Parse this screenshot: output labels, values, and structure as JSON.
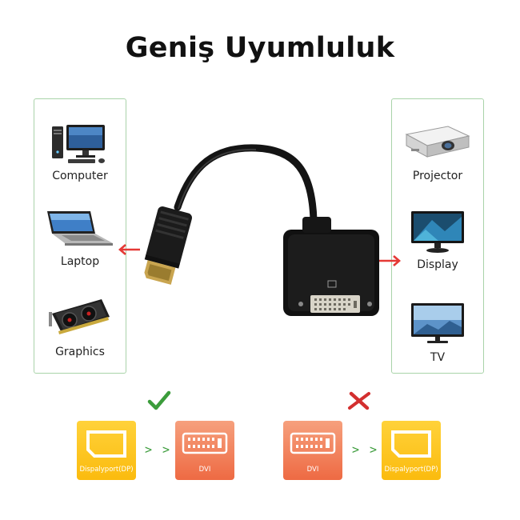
{
  "title": "Geniş Uyumluluk",
  "source_devices": [
    {
      "label": "Computer",
      "icon": "computer-icon"
    },
    {
      "label": "Laptop",
      "icon": "laptop-icon"
    },
    {
      "label": "Graphics",
      "icon": "graphics-card-icon"
    }
  ],
  "target_devices": [
    {
      "label": "Projector",
      "icon": "projector-icon"
    },
    {
      "label": "Display",
      "icon": "monitor-icon"
    },
    {
      "label": "TV",
      "icon": "tv-icon"
    }
  ],
  "connection_diagram": [
    {
      "from": "Dispalyport(DP)",
      "to": "DVI",
      "arrow": "> >",
      "status": "supported",
      "status_icon": "check-icon"
    },
    {
      "from": "DVI",
      "to": "Dispalyport(DP)",
      "arrow": "> >",
      "status": "not-supported",
      "status_icon": "cross-icon"
    }
  ],
  "colors": {
    "panel_border": "#a9d3a9",
    "pointer_arrow": "#e53935",
    "dp_badge": "#fbbb0e",
    "dvi_badge": "#ee6a43",
    "check": "#3b9c3b",
    "cross": "#d32f2f"
  }
}
